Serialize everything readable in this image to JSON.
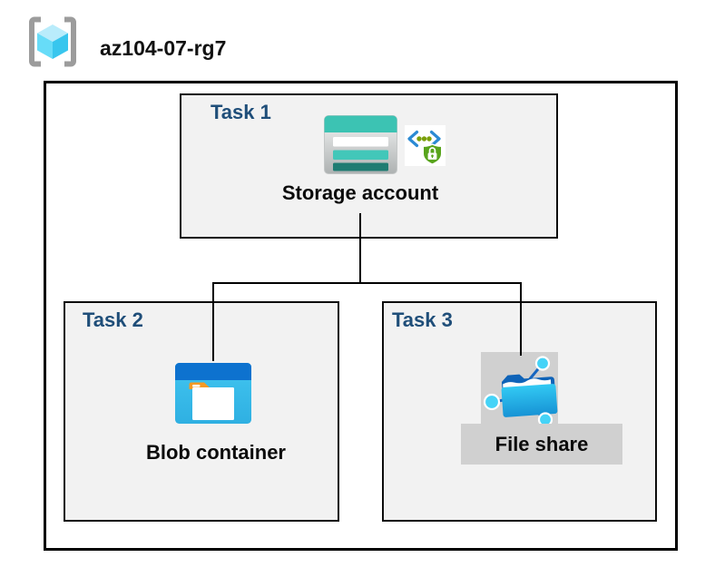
{
  "header": {
    "resource_group_name": "az104-07-rg7",
    "resource_group_icon": "resource-group-icon"
  },
  "tasks": [
    {
      "label": "Task 1",
      "resource": "Storage account",
      "icons": [
        "storage-account-icon",
        "shared-access-signature-icon"
      ],
      "highlighted": false
    },
    {
      "label": "Task 2",
      "resource": "Blob container",
      "icons": [
        "blob-container-icon"
      ],
      "highlighted": false
    },
    {
      "label": "Task 3",
      "resource": "File share",
      "icons": [
        "file-share-icon"
      ],
      "highlighted": true
    }
  ],
  "connections": [
    {
      "from": "Storage account",
      "to": "Blob container"
    },
    {
      "from": "Storage account",
      "to": "File share"
    }
  ],
  "colors": {
    "task_label": "#1f4e79",
    "task_box_fill": "#f2f2f2",
    "box_border": "#000000",
    "highlight_gray": "#d0d0d0",
    "storage_teal": "#3cc3b3",
    "storage_teal_dark": "#1f7c72",
    "blob_header_blue": "#0d72cf",
    "blob_body_cyan": "#3bc2ee",
    "folder_tab_orange": "#f59a23",
    "fileshare_flap_blue": "#0e63b8",
    "fileshare_front_cyan": "#2ab9e6",
    "node_cyan": "#45d3f7",
    "rg_bracket_gray": "#9c9c9c",
    "rg_cube_cyan": "#67dcf8",
    "sas_bracket_blue": "#2b8ad4",
    "sas_dot_green": "#7ba00a",
    "sas_shield_green": "#58a41c"
  }
}
